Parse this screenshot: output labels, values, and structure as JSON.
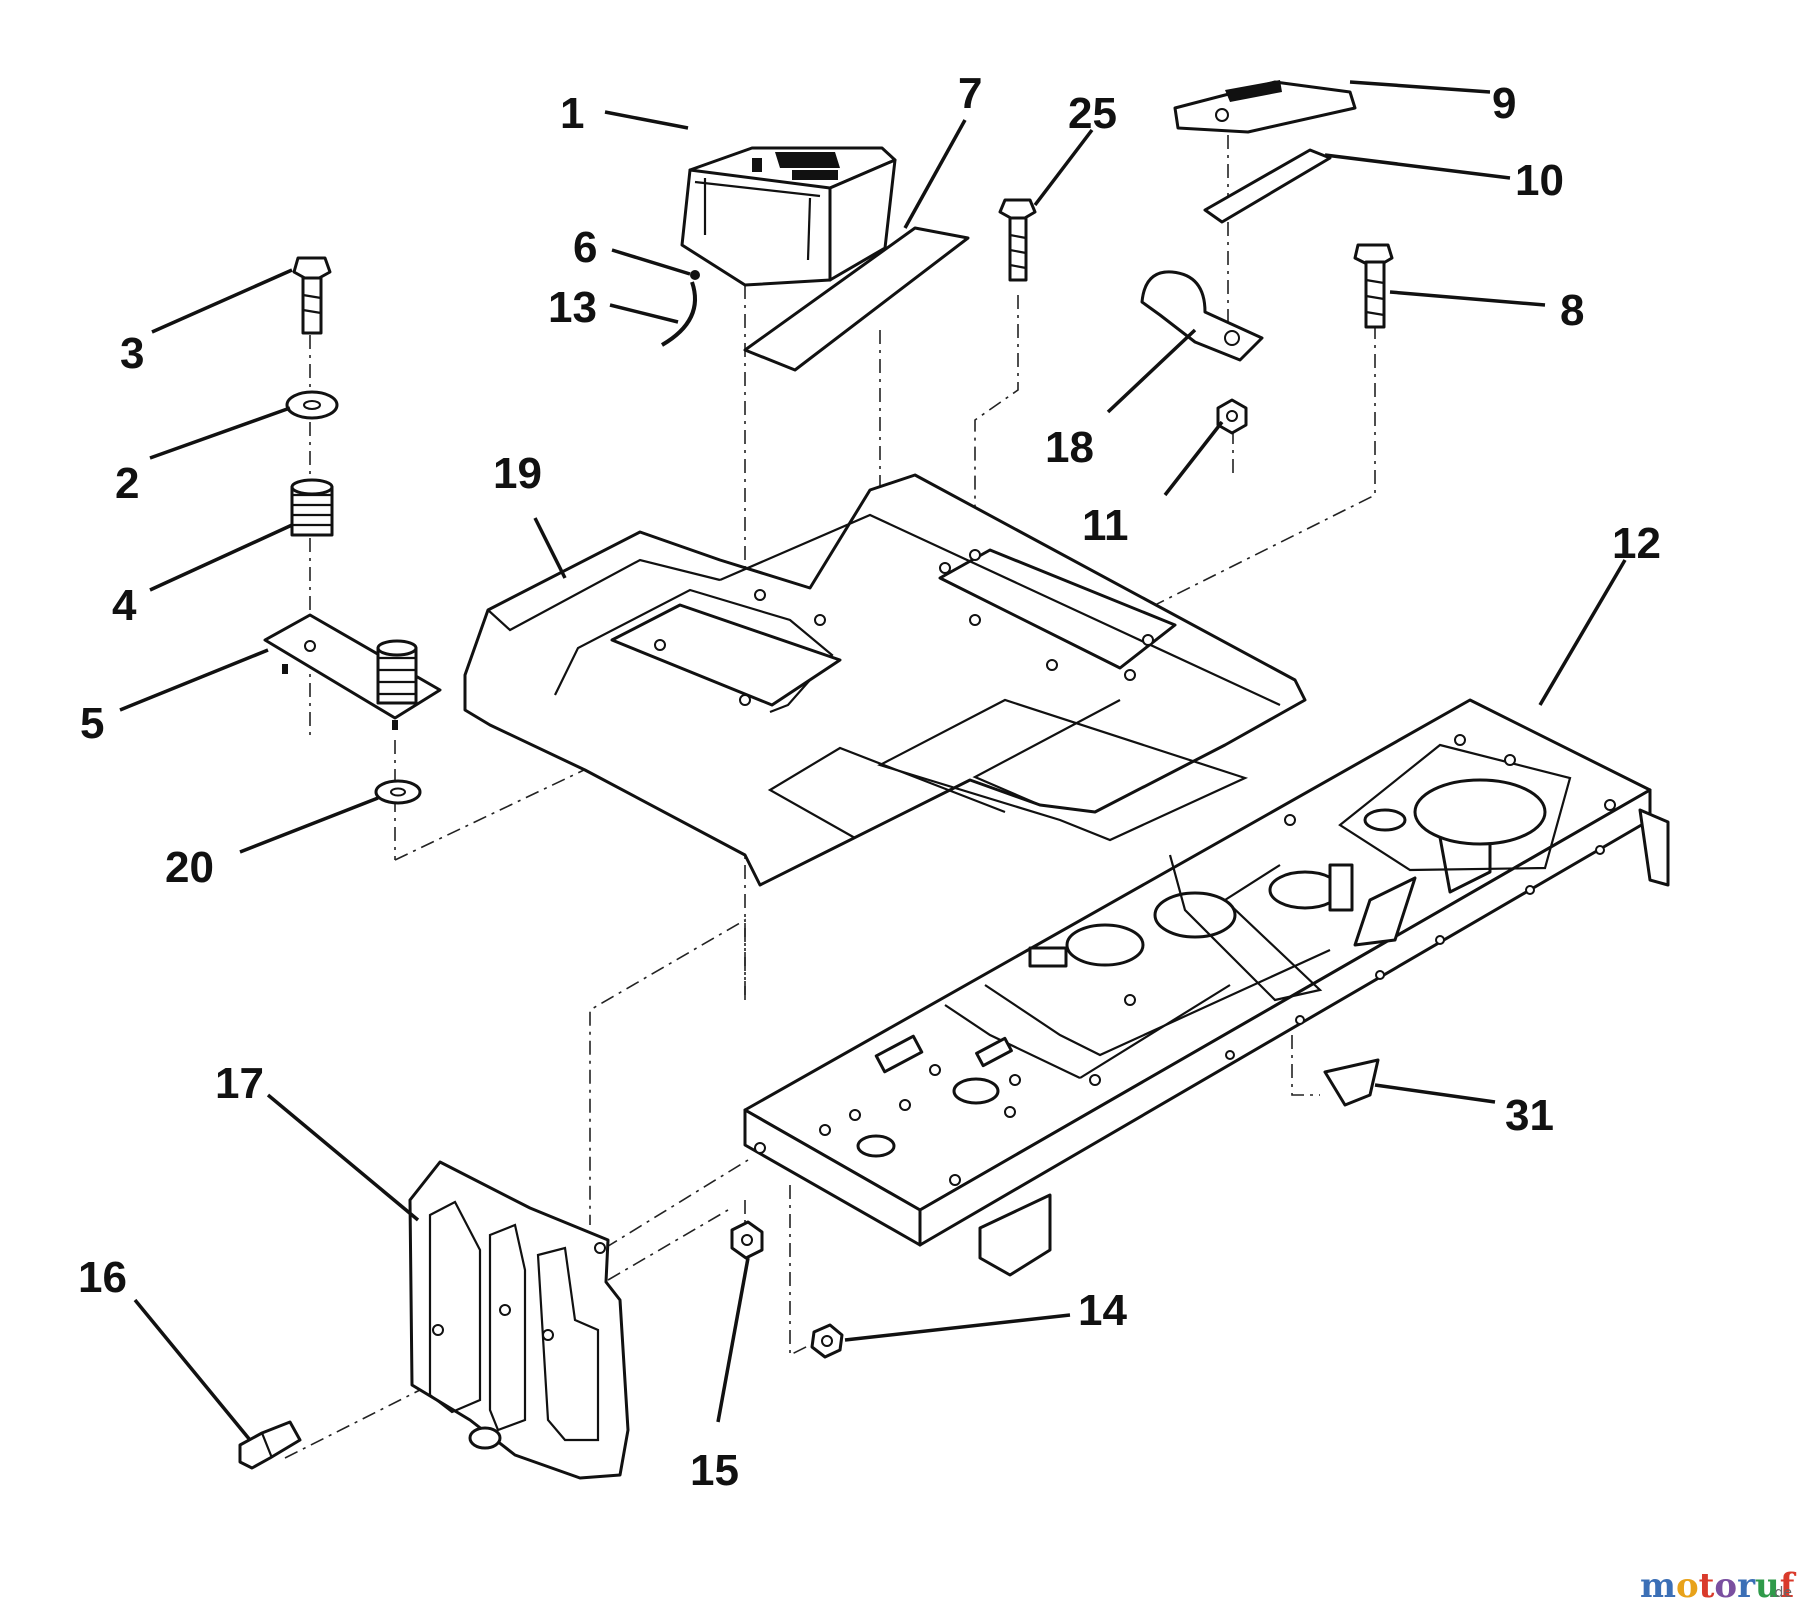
{
  "callouts": {
    "c1": "1",
    "c2": "2",
    "c3": "3",
    "c4": "4",
    "c5": "5",
    "c6": "6",
    "c7": "7",
    "c8": "8",
    "c9": "9",
    "c10": "10",
    "c11": "11",
    "c12": "12",
    "c13": "13",
    "c14": "14",
    "c15": "15",
    "c16": "16",
    "c17": "17",
    "c18": "18",
    "c19": "19",
    "c20": "20",
    "c25": "25",
    "c31": "31"
  },
  "watermark": {
    "m": "m",
    "o1": "o",
    "t": "t",
    "o2": "o",
    "r": "r",
    "u": "u",
    "f": "f",
    "suffix": ".de"
  },
  "colors": {
    "line": "#111111",
    "background": "#ffffff",
    "watermark_m": "#3b6fb6",
    "watermark_o1": "#e8a21a",
    "watermark_t": "#d93a2b",
    "watermark_o2": "#7a4fa0",
    "watermark_r": "#3b6fb6",
    "watermark_u": "#2f9a4a",
    "watermark_f": "#d93a2b"
  }
}
